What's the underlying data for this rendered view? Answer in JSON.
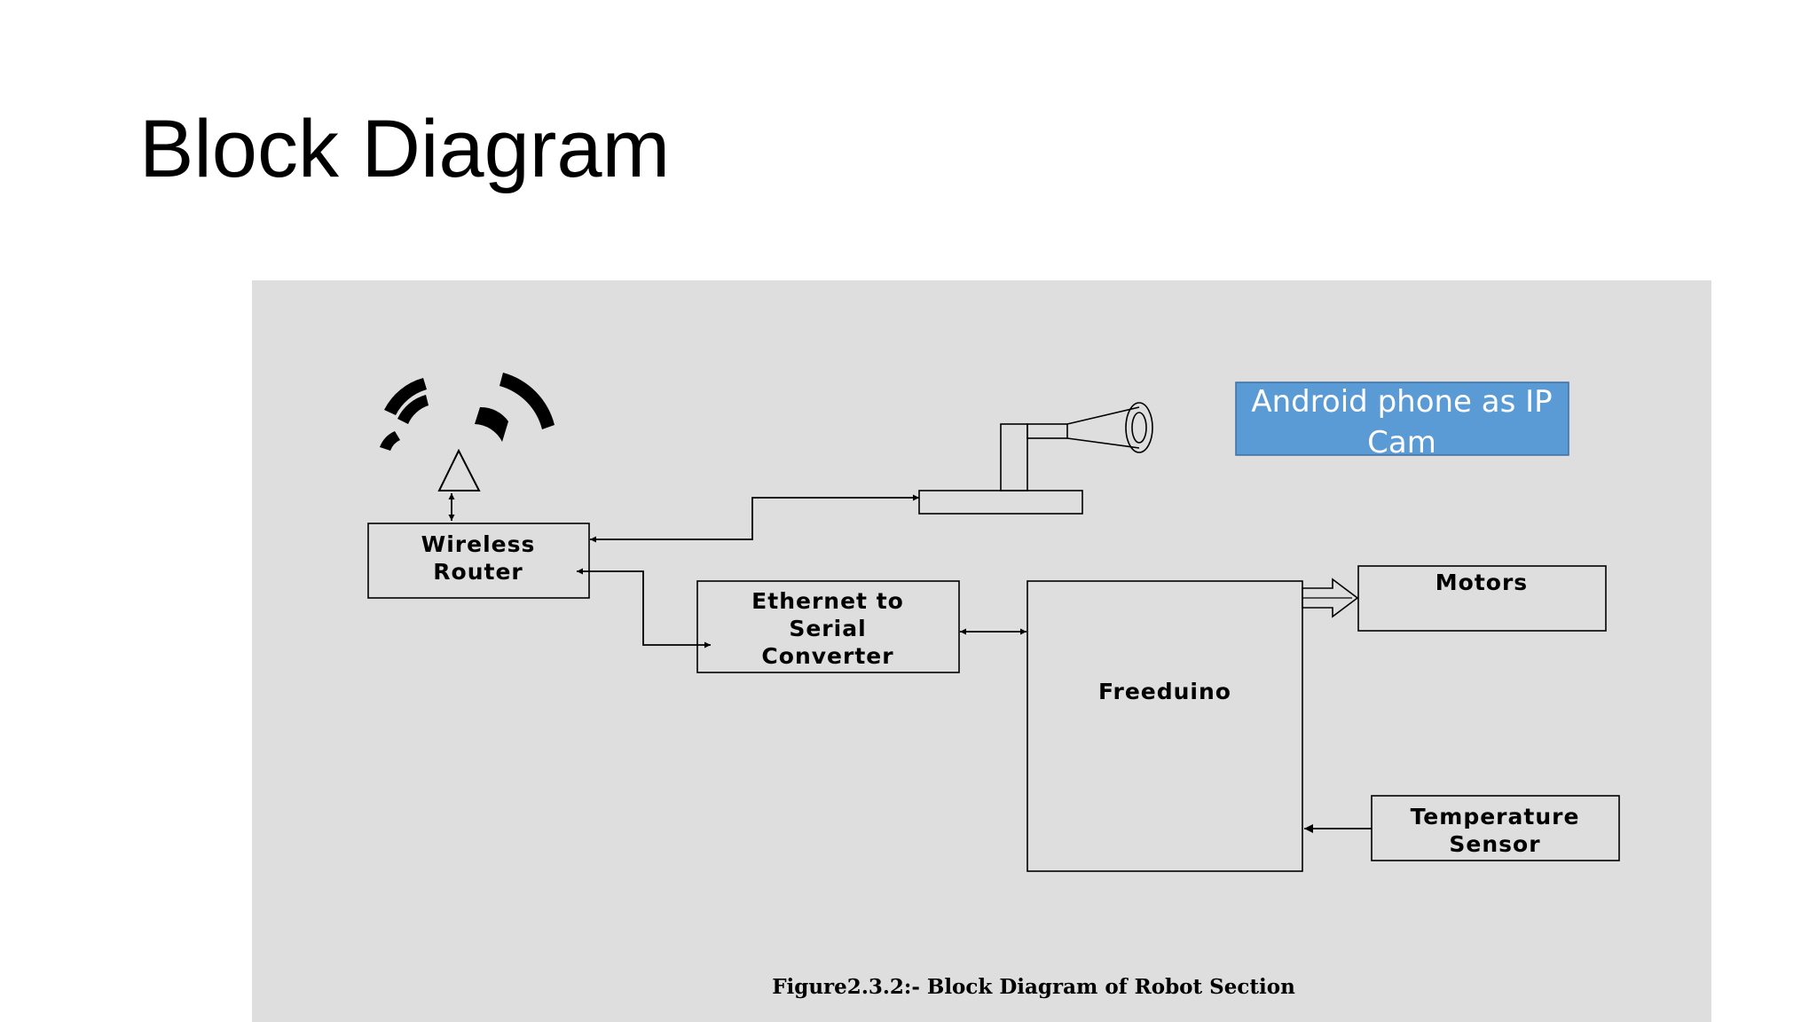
{
  "slide": {
    "title": "Block Diagram"
  },
  "diagram": {
    "blocks": {
      "wireless_router": [
        "Wireless",
        "Router"
      ],
      "ethernet_converter": [
        "Ethernet to",
        "Serial",
        "Converter"
      ],
      "freeduino": "Freeduino",
      "motors": "Motors",
      "temperature_sensor": [
        "Temperature",
        "Sensor"
      ],
      "ip_cam": [
        "Android phone as IP",
        "Cam"
      ]
    },
    "caption": "Figure2.3.2:- Block Diagram of Robot Section",
    "colors": {
      "panel_background": "#dedede",
      "ip_cam_fill": "#5b9bd5",
      "ip_cam_text": "#ffffff",
      "line": "#000000"
    }
  }
}
